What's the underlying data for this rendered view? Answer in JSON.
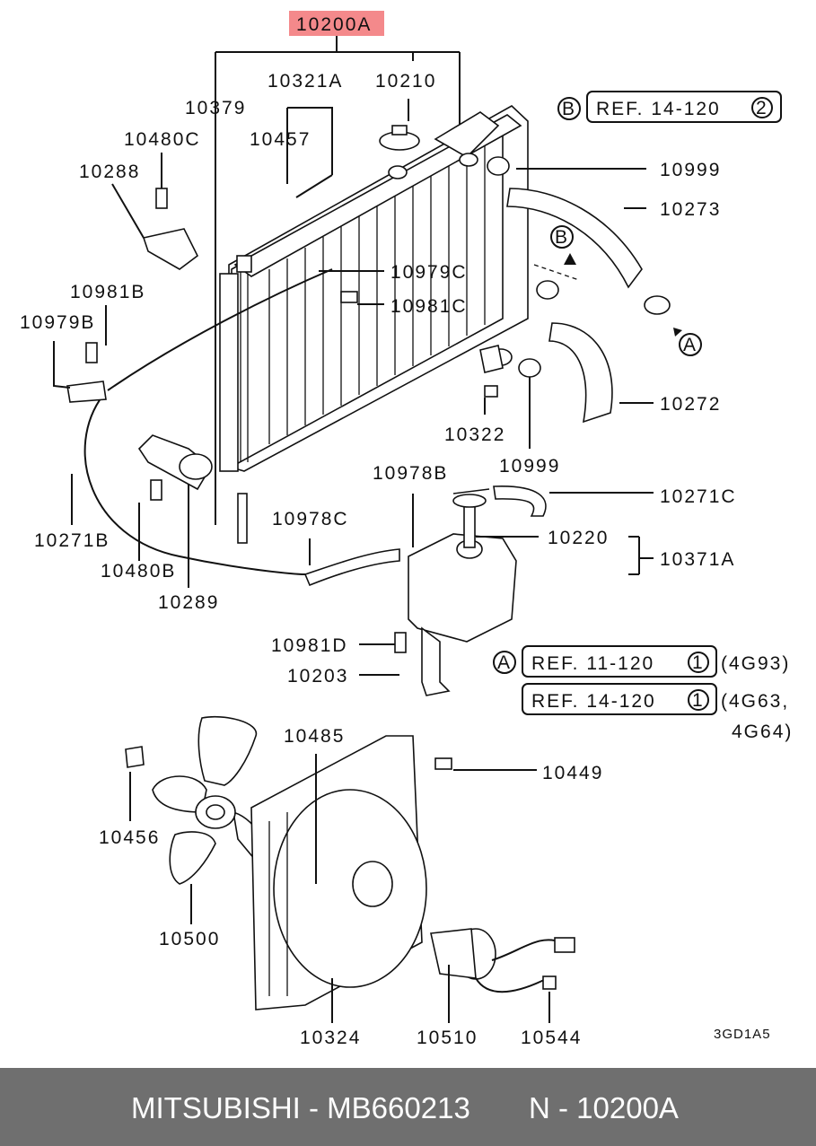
{
  "diagram": {
    "part_labels": {
      "main_assembly": "10200A",
      "p10379": "10379",
      "p10321A": "10321A",
      "p10210": "10210",
      "p10480C": "10480C",
      "p10457": "10457",
      "p10288": "10288",
      "p10999_top": "10999",
      "p10273": "10273",
      "p10979C": "10979C",
      "p10981B": "10981B",
      "p10981C": "10981C",
      "p10979B": "10979B",
      "p10272": "10272",
      "p10322": "10322",
      "p10999_bottom": "10999",
      "p10978B": "10978B",
      "p10271C": "10271C",
      "p10271B": "10271B",
      "p10978C": "10978C",
      "p10220": "10220",
      "p10371A": "10371A",
      "p10480B": "10480B",
      "p10289": "10289",
      "p10981D": "10981D",
      "p10203": "10203",
      "p10485": "10485",
      "p10449": "10449",
      "p10456": "10456",
      "p10500": "10500",
      "p10324": "10324",
      "p10510": "10510",
      "p10544": "10544"
    },
    "markers": {
      "a": "A",
      "b": "B"
    },
    "references": {
      "ref_b_box": "REF. 14-120",
      "ref_b_num": "2",
      "ref_a1_box": "REF. 11-120",
      "ref_a1_num": "1",
      "ref_a1_note": "(4G93)",
      "ref_a2_box": "REF. 14-120",
      "ref_a2_num": "1",
      "ref_a2_note_line1": "(4G63,",
      "ref_a2_note_line2": "4G64)"
    },
    "diagram_code": "3GD1A5",
    "highlight_color": "#f4898b"
  },
  "footer": {
    "brand_part": "MITSUBISHI - MB660213",
    "reference": "N - 10200A",
    "background_color": "#6f6f6f"
  }
}
